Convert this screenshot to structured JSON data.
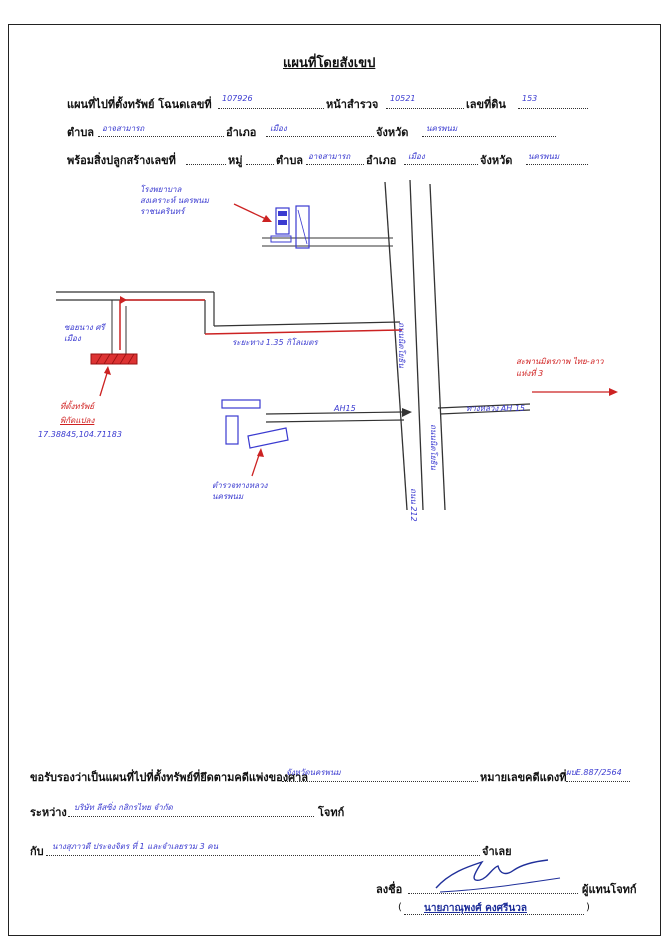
{
  "document": {
    "title": "แผนที่โดยสังเขป",
    "line1": {
      "label_title_deed": "แผนที่ไปที่ตั้งทรัพย์ โฉนดเลขที่",
      "title_deed_no": "107926",
      "label_survey_page": "หน้าสำรวจ",
      "survey_page_no": "10521",
      "label_land_no": "เลขที่ดิน",
      "land_no": "153"
    },
    "line2": {
      "label_subdistrict": "ตำบล",
      "subdistrict": "อาจสามารถ",
      "label_district": "อำเภอ",
      "district": "เมือง",
      "label_province": "จังหวัด",
      "province": "นครพนม"
    },
    "line3": {
      "label_building": "พร้อมสิ่งปลูกสร้างเลขที่",
      "building_no": "",
      "label_moo": "หมู่",
      "moo": "",
      "label_subdistrict": "ตำบล",
      "subdistrict": "อาจสามารถ",
      "label_district": "อำเภอ",
      "district": "เมือง",
      "label_province": "จังหวัด",
      "province": "นครพนม"
    }
  },
  "map": {
    "label_school": "โรงพยาบาล สงเคราะห์ นครพนม ราชนครินทร์",
    "label_lane": "ซอยนาง ศรีเมือง",
    "label_distance": "ระยะทาง 1.35 กิโลเมตร",
    "label_highway_ah15_top": "AH15",
    "label_highway_ah15_right": "ทางหลวง AH 15",
    "label_road_vertical_1": "ถนนนิตโยธิน",
    "label_road_vertical_2": "ถนนนิตโยธิน",
    "label_road_vertical_3": "ถนน 212",
    "label_bridge": "สะพานมิตรภาพ ไทย-ลาว แห่งที่ 3",
    "label_property": "ที่ตั้งทรัพย์",
    "label_property_sub": "พิกัดแปลง",
    "label_coordinates": "17.38845,104.71183",
    "label_police": "ตำรวจทางหลวง นครพนม"
  },
  "footer": {
    "label_certify": "ขอรับรองว่าเป็นแผนที่ไปที่ตั้งทรัพย์ที่ยึดตามคดีแพ่งของศาล",
    "court": "จังหวัดนครพนม",
    "label_case_no": "หมายเลขคดีแดงที่",
    "case_no": "ผบE.887/2564",
    "label_between": "ระหว่าง",
    "plaintiff": "บริษัท ลีสซิ่ง กสิกรไทย จำกัด",
    "label_plaintiff": "โจทก์",
    "label_with": "กับ",
    "defendant": "นางสุภาวดี ประจงจิตร ที่ 1 และจำเลยรวม 3 คน",
    "label_defendant": "จำเลย",
    "label_signed": "ลงชื่อ",
    "label_representative": "ผู้แทนโจทก์",
    "signatory": "นายภาณุพงศ์ คงศรีนวล"
  }
}
